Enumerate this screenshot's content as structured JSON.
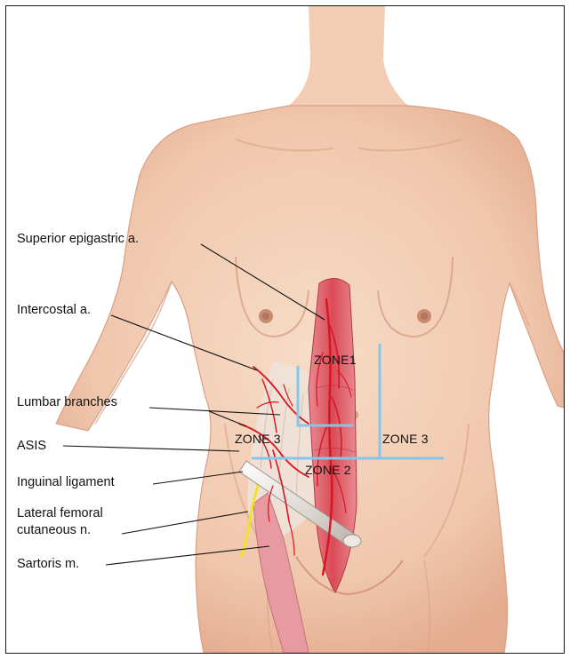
{
  "labels": {
    "superior_epigastric": "Superior epigastric a.",
    "intercostal": "Intercostal a.",
    "lumbar_branches": "Lumbar branches",
    "asis": "ASIS",
    "inguinal_ligament": "Inguinal ligament",
    "lateral_femoral_line1": "Lateral femoral",
    "lateral_femoral_line2": "cutaneous n.",
    "sartorius": "Sartoris m."
  },
  "zones": {
    "zone1": "ZONE1",
    "zone2": "ZONE 2",
    "zone3_right": "ZONE 3",
    "zone3_left": "ZONE 3"
  },
  "colors": {
    "skin": "#f3cfb6",
    "skin_shadow": "#e3a88b",
    "muscle": "#d9505a",
    "artery": "#d7141f",
    "zone_lines": "#86c6e6",
    "nerve": "#f2e22a",
    "leader_lines": "#111111"
  }
}
